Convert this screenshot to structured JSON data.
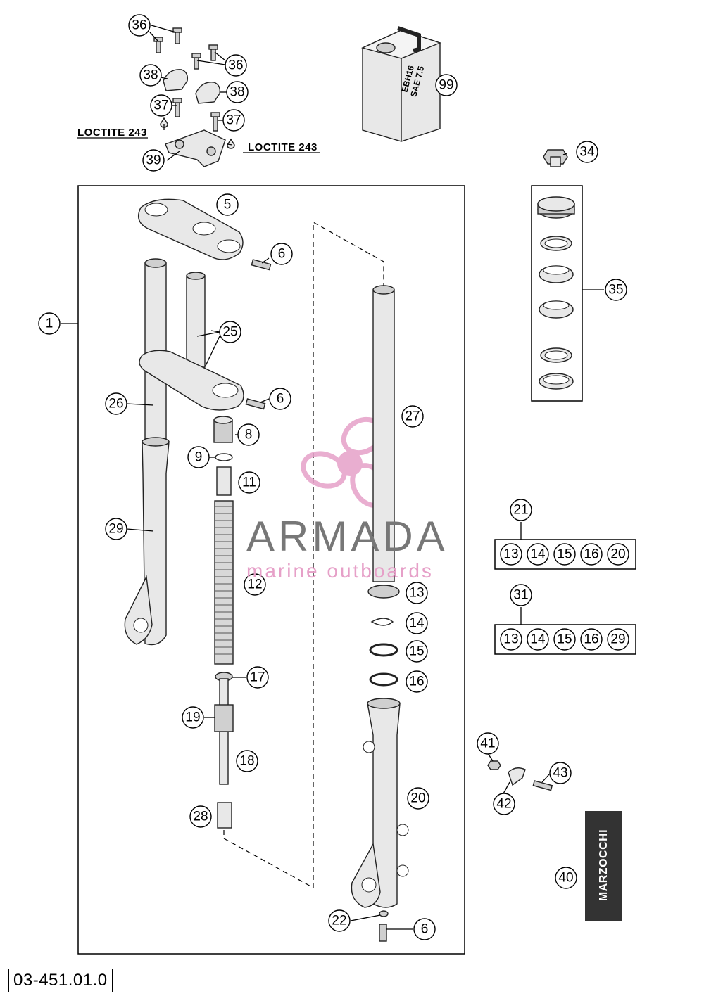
{
  "diagram": {
    "document_number": "03-451.01.0",
    "loctite_labels": [
      "LOCTITE 243",
      "LOCTITE 243"
    ],
    "can_label_line1": "EBH16",
    "can_label_line2": "SAE 7.5",
    "brand_badge": "MARZOCCHI",
    "watermark_title": "ARMADA",
    "watermark_subtitle": "marine outboards",
    "callouts": {
      "c36a": "36",
      "c36b": "36",
      "c38a": "38",
      "c38b": "38",
      "c37a": "37",
      "c37b": "37",
      "c39": "39",
      "c99": "99",
      "c34": "34",
      "c35": "35",
      "c5": "5",
      "c6a": "6",
      "c6b": "6",
      "c6c": "6",
      "c1": "1",
      "c25": "25",
      "c26": "26",
      "c8": "8",
      "c9": "9",
      "c11": "11",
      "c29": "29",
      "c12": "12",
      "c17": "17",
      "c19": "19",
      "c18": "18",
      "c28": "28",
      "c27": "27",
      "c13": "13",
      "c14": "14",
      "c15": "15",
      "c16": "16",
      "c20": "20",
      "c22": "22",
      "c21": "21",
      "c31": "31",
      "c41": "41",
      "c43": "43",
      "c42": "42",
      "c40": "40"
    },
    "kit_21": [
      "13",
      "14",
      "15",
      "16",
      "20"
    ],
    "kit_31": [
      "13",
      "14",
      "15",
      "16",
      "29"
    ]
  }
}
